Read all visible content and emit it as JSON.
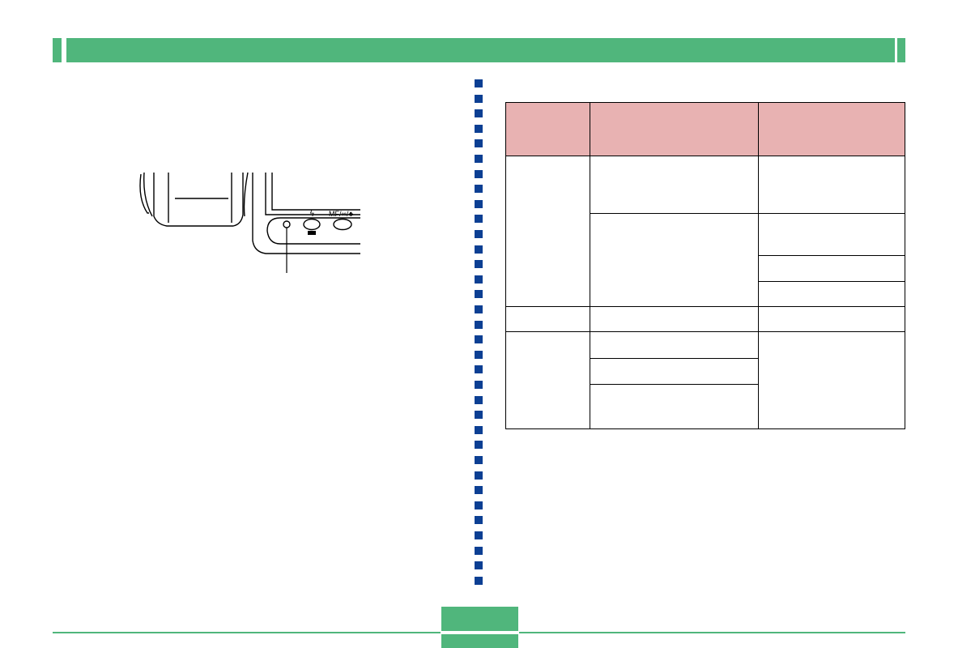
{
  "colors": {
    "header_green": "#50b67c",
    "divider_blue": "#0c3f93",
    "table_header_pink": "#e8b2b2"
  },
  "illustration": {
    "flash_button_symbol": "ϟ",
    "mf_button_label": "MF/∞/♣"
  },
  "table": {
    "rows": 8,
    "columns": 3
  }
}
